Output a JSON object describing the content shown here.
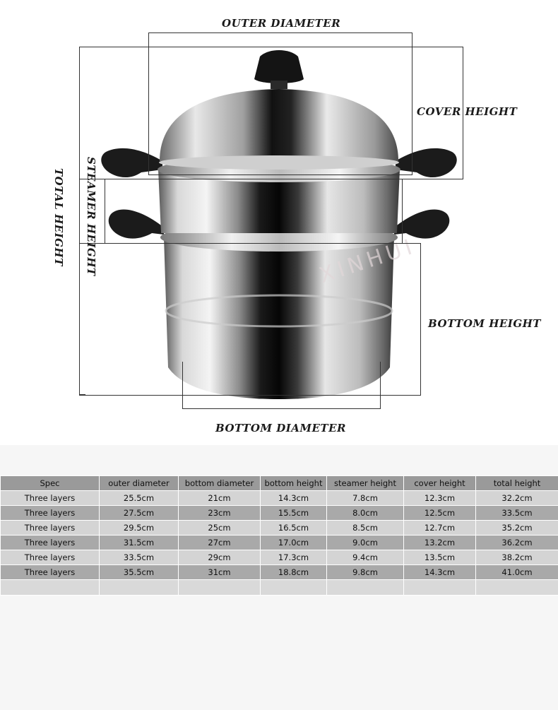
{
  "labels": {
    "outer_diameter": "OUTER DIAMETER",
    "cover_height": "COVER HEIGHT",
    "total_height": "TOTAL HEIGHT",
    "steamer_height": "STEAMER HEIGHT",
    "bottom_height": "BOTTOM HEIGHT",
    "bottom_diameter": "BOTTOM DIAMETER",
    "watermark": "XINHUI"
  },
  "table": {
    "headers": [
      "Spec",
      "outer diameter",
      "bottom diameter",
      "bottom height",
      "steamer height",
      "cover height",
      "total height"
    ],
    "rows": [
      [
        "Three layers",
        "25.5cm",
        "21cm",
        "14.3cm",
        "7.8cm",
        "12.3cm",
        "32.2cm"
      ],
      [
        "Three layers",
        "27.5cm",
        "23cm",
        "15.5cm",
        "8.0cm",
        "12.5cm",
        "33.5cm"
      ],
      [
        "Three layers",
        "29.5cm",
        "25cm",
        "16.5cm",
        "8.5cm",
        "12.7cm",
        "35.2cm"
      ],
      [
        "Three layers",
        "31.5cm",
        "27cm",
        "17.0cm",
        "9.0cm",
        "13.2cm",
        "36.2cm"
      ],
      [
        "Three layers",
        "33.5cm",
        "29cm",
        "17.3cm",
        "9.4cm",
        "13.5cm",
        "38.2cm"
      ],
      [
        "Three layers",
        "35.5cm",
        "31cm",
        "18.8cm",
        "9.8cm",
        "14.3cm",
        "41.0cm"
      ]
    ]
  }
}
